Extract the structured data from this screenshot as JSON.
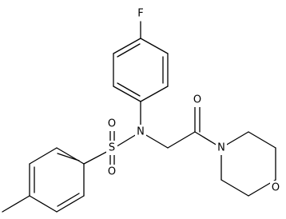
{
  "molecule": {
    "atom_labels": {
      "fluorine": "F",
      "nitrogen_sulfonamide": "N",
      "sulfur": "S",
      "oxygen_sulfonyl_top": "O",
      "oxygen_sulfonyl_bottom": "O",
      "oxygen_carbonyl": "O",
      "nitrogen_morpholine": "N",
      "oxygen_morpholine": "O"
    }
  }
}
